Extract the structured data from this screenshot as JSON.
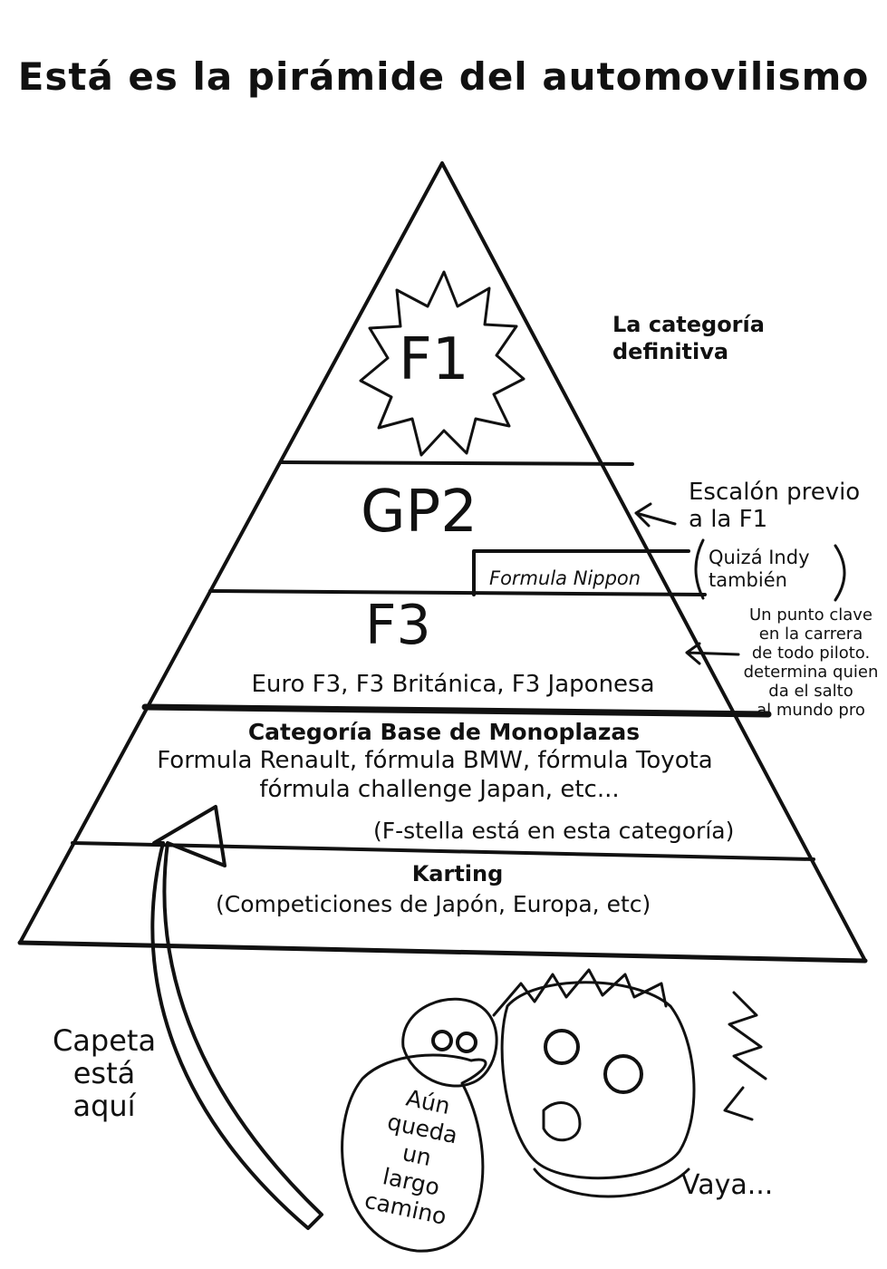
{
  "title": "Está es la pirámide del automovilismo",
  "pyramid": {
    "f1": "F1",
    "gp2": "GP2",
    "formula_nippon": "Formula Nippon",
    "f3": "F3",
    "f3_series": "Euro F3, F3 Británica, F3 Japonesa",
    "base": {
      "heading": "Categoría Base de Monoplazas",
      "line1": "Formula Renault, fórmula BMW, fórmula Toyota",
      "line2": "fórmula challenge Japan, etc...",
      "fstella": "(F-stella está en esta categoría)"
    },
    "karting": {
      "heading": "Karting",
      "detail": "(Competiciones de Japón, Europa, etc)"
    }
  },
  "notes": {
    "f1_line1": "La categoría",
    "f1_line2": "definitiva",
    "gp2_line1": "Escalón previo",
    "gp2_line2": "a la F1",
    "indy_line1": "Quizá Indy",
    "indy_line2": "también",
    "f3_lines": [
      "Un punto clave",
      "en la carrera",
      "de todo piloto.",
      "determina quien",
      "da el salto",
      "al mundo pro"
    ]
  },
  "bottom": {
    "capeta_line1": "Capeta",
    "capeta_line2": "está",
    "capeta_line3": "aquí",
    "bubble_lines": [
      "Aún",
      "queda",
      "un",
      "largo",
      "camino"
    ],
    "vaya": "Vaya..."
  }
}
